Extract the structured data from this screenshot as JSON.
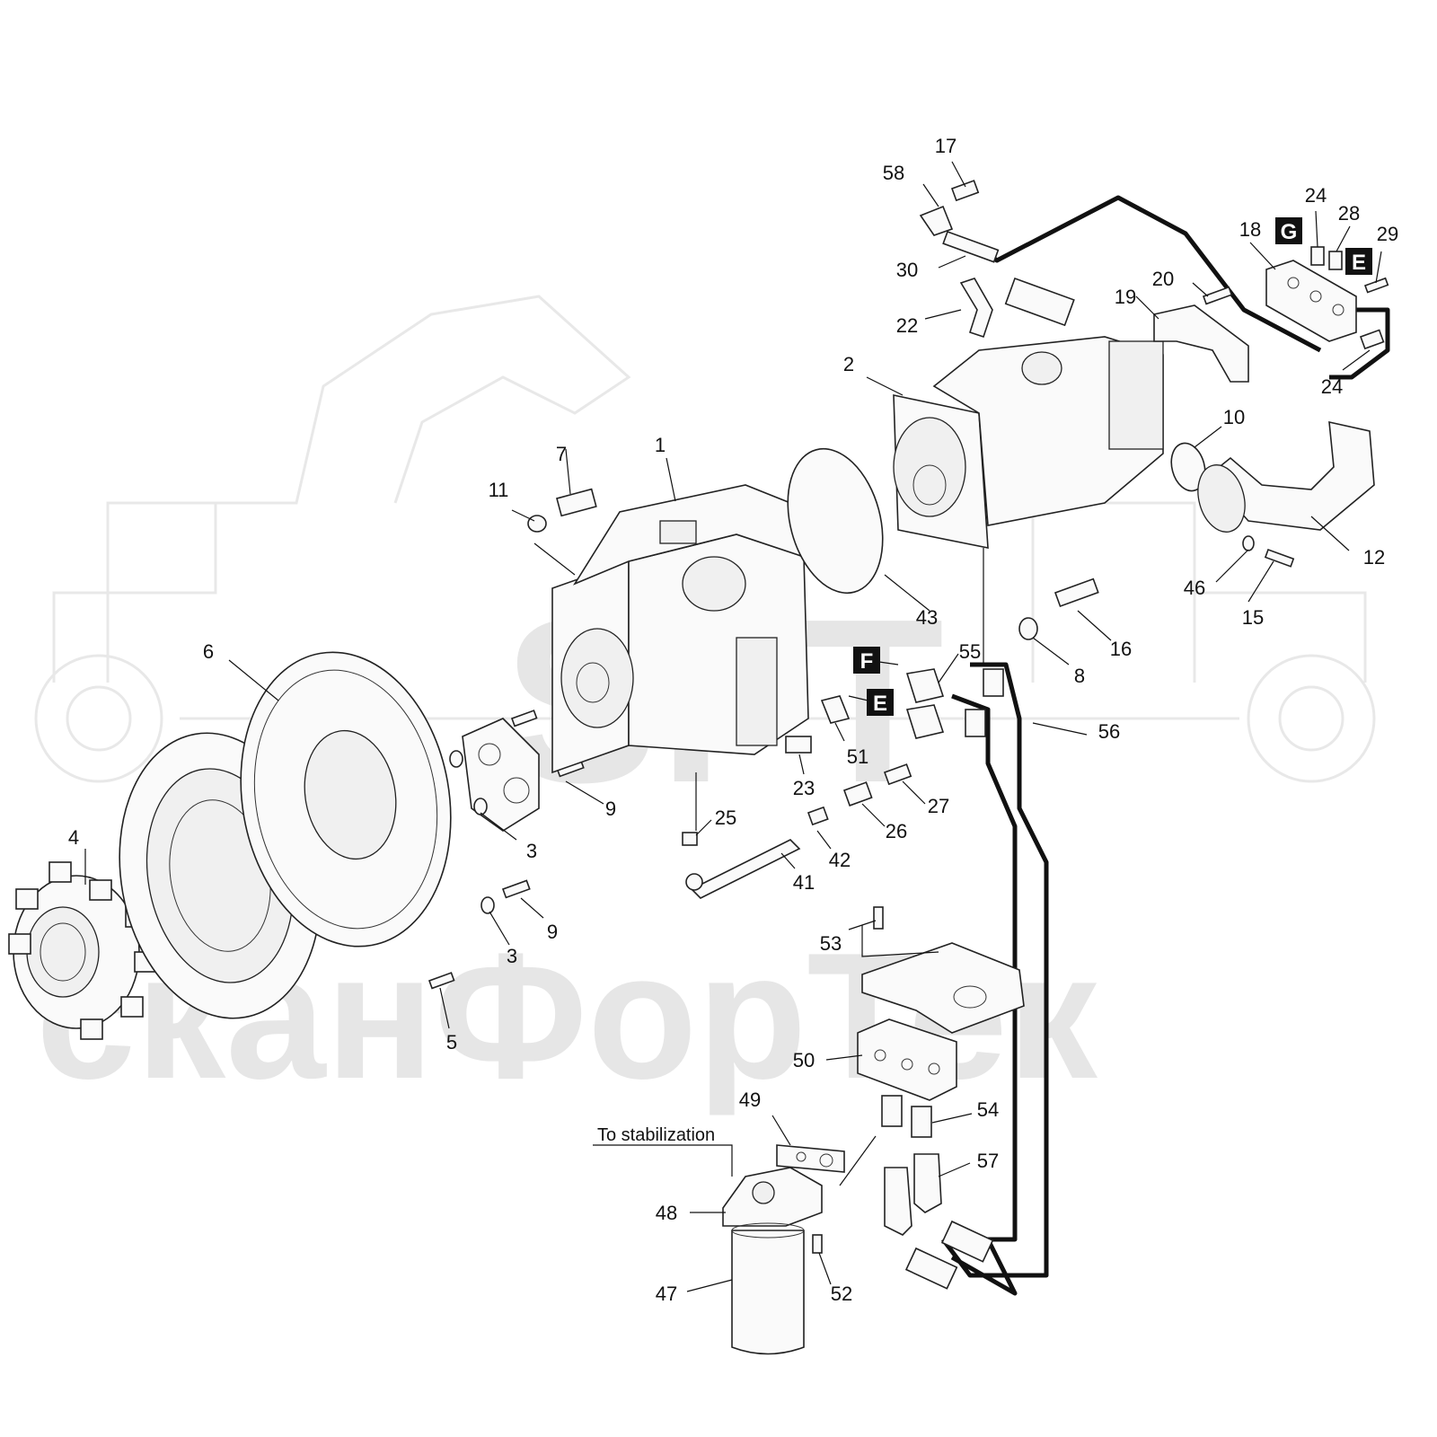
{
  "watermark": {
    "logo_text": "SFT",
    "brand_text": "сканФорТек"
  },
  "badges": [
    "G",
    "E",
    "F",
    "E"
  ],
  "callouts": [
    "1",
    "2",
    "3",
    "3",
    "4",
    "5",
    "6",
    "7",
    "8",
    "9",
    "9",
    "10",
    "11",
    "12",
    "15",
    "16",
    "17",
    "18",
    "19",
    "20",
    "22",
    "23",
    "24",
    "24",
    "25",
    "26",
    "27",
    "28",
    "29",
    "30",
    "41",
    "42",
    "43",
    "46",
    "47",
    "48",
    "49",
    "50",
    "51",
    "52",
    "53",
    "54",
    "55",
    "56",
    "57",
    "58"
  ],
  "notes": {
    "stabilization": "To stabilization"
  },
  "colors": {
    "line": "#111111",
    "badge_bg": "#111111",
    "badge_text": "#ffffff",
    "watermark": "#e6e6e6"
  }
}
